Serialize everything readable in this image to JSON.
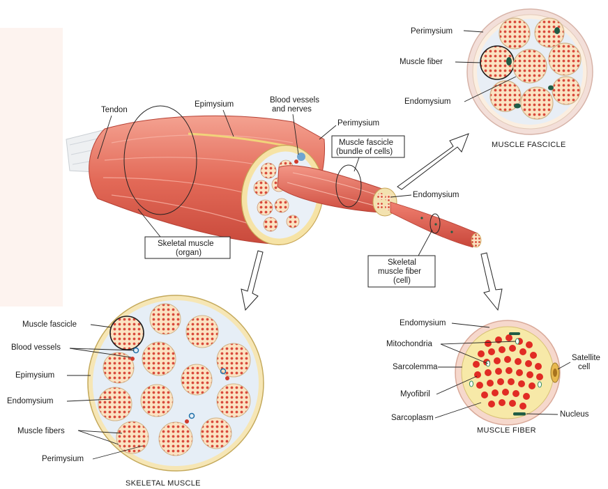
{
  "labels": {
    "tendon": "Tendon",
    "epimysium_top": "Epimysium",
    "blood_vessels_nerves_1": "Blood vessels",
    "blood_vessels_nerves_2": "and nerves",
    "perimysium_top": "Perimysium",
    "muscle_fascicle_box_1": "Muscle fascicle",
    "muscle_fascicle_box_2": "(bundle of cells)",
    "endomysium_mid": "Endomysium",
    "skeletal_muscle_box_1": "Skeletal muscle",
    "skeletal_muscle_box_2": "(organ)",
    "fiber_box_1": "Skeletal",
    "fiber_box_2": "muscle fiber",
    "fiber_box_3": "(cell)"
  },
  "fascicle_panel": {
    "perimysium": "Perimysium",
    "muscle_fiber": "Muscle fiber",
    "endomysium": "Endomysium",
    "caption": "MUSCLE FASCICLE"
  },
  "skeletal_panel": {
    "muscle_fascicle": "Muscle fascicle",
    "blood_vessels": "Blood vessels",
    "epimysium": "Epimysium",
    "endomysium": "Endomysium",
    "muscle_fibers": "Muscle fibers",
    "perimysium": "Perimysium",
    "caption": "SKELETAL MUSCLE"
  },
  "fiber_panel": {
    "endomysium": "Endomysium",
    "mitochondria": "Mitochondria",
    "sarcolemma": "Sarcolemma",
    "myofibril": "Myofibril",
    "sarcoplasm": "Sarcoplasm",
    "satellite_1": "Satellite",
    "satellite_2": "cell",
    "nucleus": "Nucleus",
    "caption": "MUSCLE FIBER"
  },
  "colors": {
    "muscle": "#e36a58",
    "muscle_light": "#f3a898",
    "muscle_dark": "#c2473b",
    "fiber_dot": "#e34a3a",
    "sheath": "#f6e7b8",
    "perimysium_fill": "#fdf1d6",
    "blue_gap": "#dfe8f3",
    "nucleus": "#1f5c45"
  }
}
